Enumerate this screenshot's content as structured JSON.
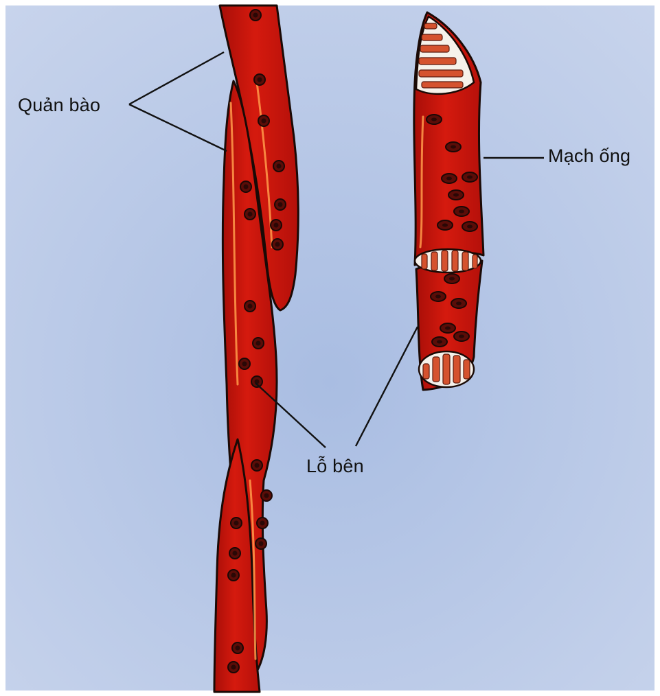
{
  "labels": {
    "tracheids": "Quản bào",
    "vessel": "Mạch ống",
    "pits": "Lỗ bên"
  },
  "colors": {
    "background": "#b9c9e6",
    "cell_fill": "#c8140c",
    "cell_outline": "#1a0a06",
    "perforation_fill": "#f8f4ee",
    "label_text": "#111111"
  }
}
